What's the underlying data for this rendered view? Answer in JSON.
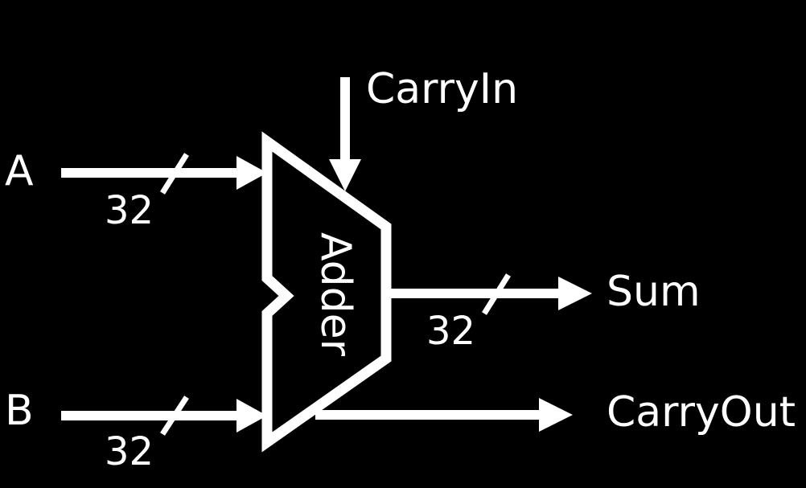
{
  "inputs": {
    "a": {
      "label": "A",
      "width": "32"
    },
    "b": {
      "label": "B",
      "width": "32"
    },
    "carry_in": {
      "label": "CarryIn"
    }
  },
  "block": {
    "label": "Adder"
  },
  "outputs": {
    "sum": {
      "label": "Sum",
      "width": "32"
    },
    "carry_out": {
      "label": "CarryOut"
    }
  },
  "colors": {
    "background": "#000000",
    "foreground": "#ffffff"
  }
}
